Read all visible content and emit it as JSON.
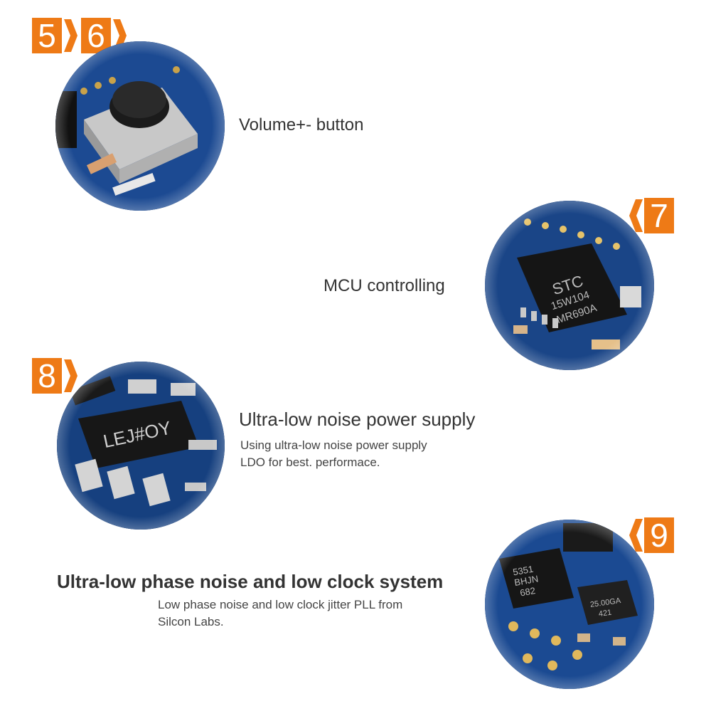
{
  "sections": [
    {
      "badges": [
        "5",
        "6"
      ],
      "title": "Volume+- button"
    },
    {
      "badges": [
        "7"
      ],
      "title": "MCU controlling",
      "chip_text": [
        "STC",
        "15W104",
        "MR690A"
      ]
    },
    {
      "badges": [
        "8"
      ],
      "title": "Ultra-low noise power supply",
      "description_lines": [
        "Using ultra-low noise power supply",
        "LDO for best. performace."
      ],
      "chip_text": "LEJ#OY"
    },
    {
      "badges": [
        "9"
      ],
      "title": "Ultra-low phase noise and low clock system",
      "description_lines": [
        "Low phase noise and low clock jitter PLL from",
        "Silcon Labs."
      ],
      "chip_text": [
        "5351",
        "BHJN",
        "682",
        "25.00GA",
        "421"
      ]
    }
  ],
  "colors": {
    "accent": "#ee7a16",
    "pcb": "#1a4587",
    "text": "#333333"
  }
}
